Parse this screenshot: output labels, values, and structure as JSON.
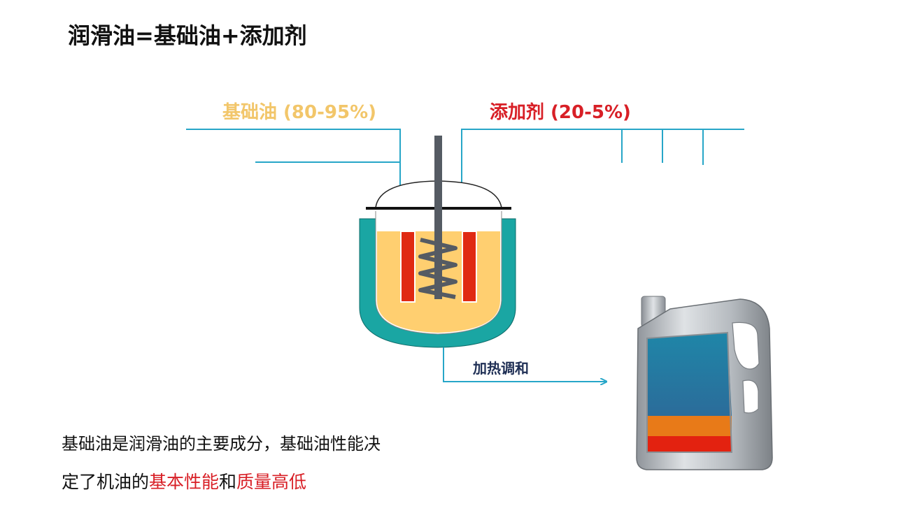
{
  "title": "润滑油=基础油+添加剂",
  "labels": {
    "base_oil": "基础油 (80-95%)",
    "additive": "添加剂 (20-5%)",
    "process": "加热调和"
  },
  "description": {
    "line1": "基础油是润滑油的主要成分，基础油性能决",
    "line2_part1": "定了机油的",
    "line2_highlight1": "基本性能",
    "line2_part2": "和",
    "line2_highlight2": "质量高低"
  },
  "colors": {
    "pipe": "#27a6c8",
    "base_oil_label": "#f2c66a",
    "additive_label": "#d81f26",
    "tank_jacket": "#1aa6a3",
    "oil_fill": "#ffcf70",
    "heater": "#e02a12",
    "stirrer": "#555b63",
    "highlight": "#d81f26"
  },
  "icons": {
    "tank": "mixing-tank-icon",
    "bottle": "oil-container-icon"
  }
}
